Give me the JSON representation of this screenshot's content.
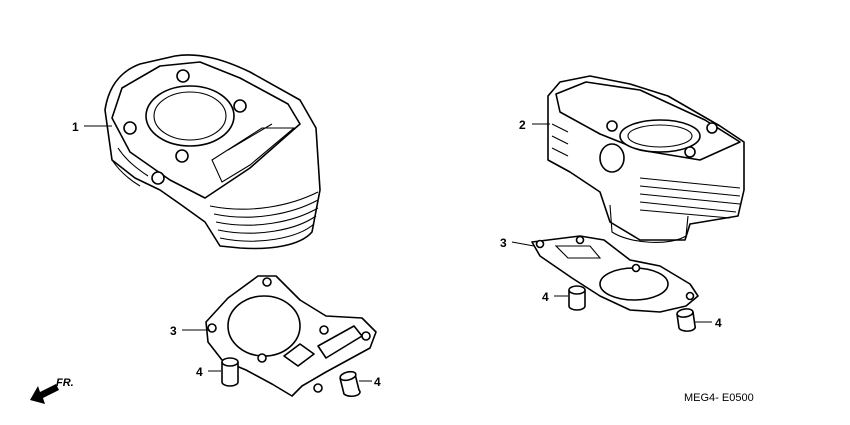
{
  "callouts": {
    "front_cylinder": "1",
    "rear_cylinder": "2",
    "gasket_front": "3",
    "gasket_rear": "3",
    "dowel_front_left": "4",
    "dowel_front_right": "4",
    "dowel_rear_left": "4",
    "dowel_rear_right": "4"
  },
  "direction_label": "FR.",
  "diagram_code": "MEG4- E0500"
}
